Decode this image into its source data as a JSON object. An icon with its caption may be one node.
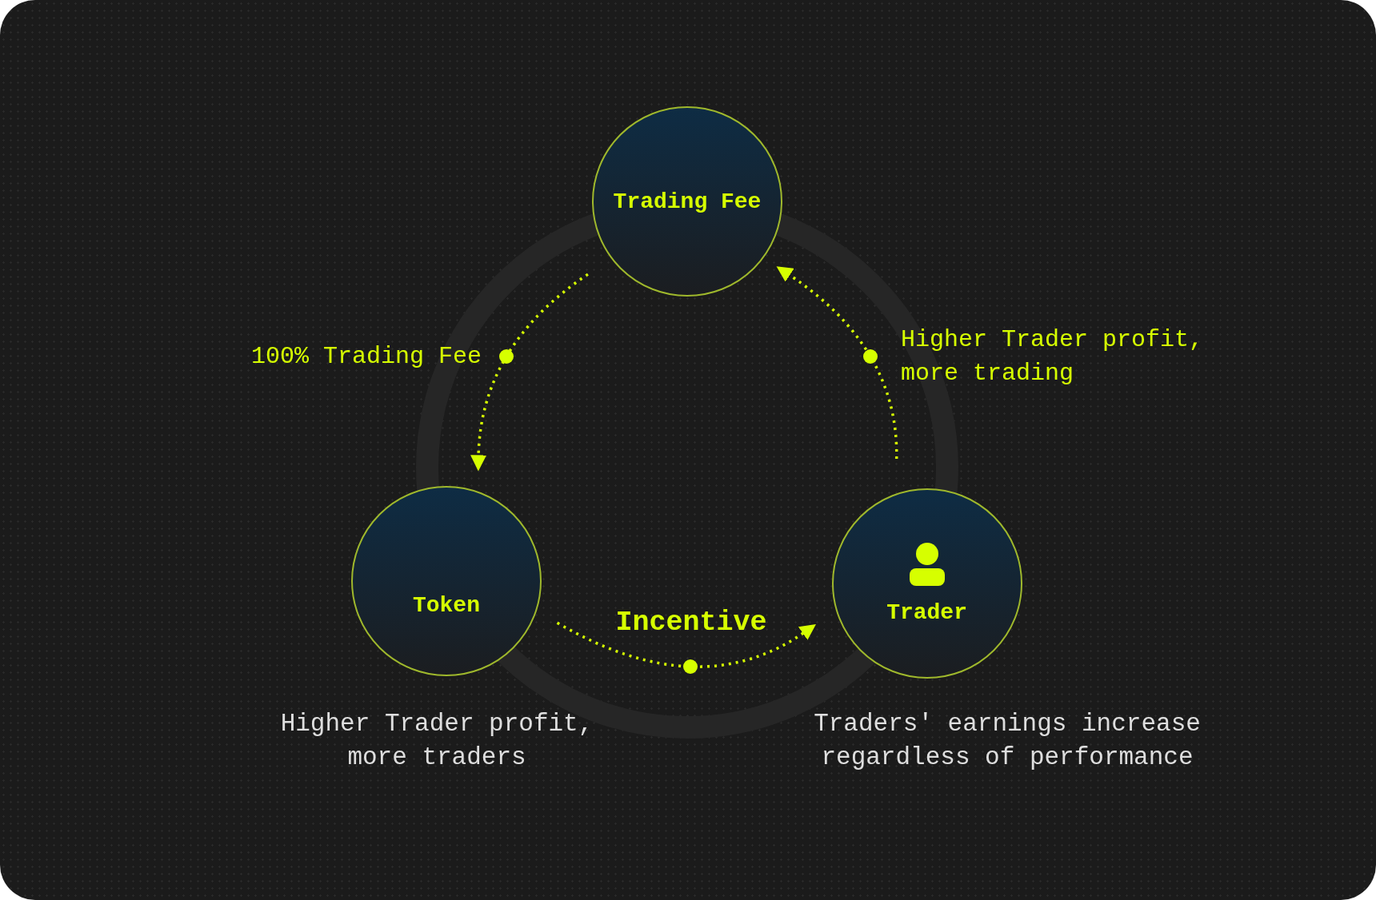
{
  "diagram": {
    "nodes": [
      {
        "text": [
          "Trading Fee"
        ]
      },
      {
        "text": [
          "Token"
        ],
        "beside": [
          "Higher Trader profit, more traders"
        ]
      },
      {
        "text": [
          "Trader"
        ],
        "beside": [
          "Traders' earnings increase regardless of performance"
        ]
      }
    ],
    "edges": [
      {
        "from": 0,
        "to": 1,
        "arrow": "to",
        "label": "100% Trading Fee"
      },
      {
        "from": 2,
        "to": 0,
        "arrow": "to",
        "label": "Higher Trader profit, more trading"
      },
      {
        "from": 1,
        "to": 2,
        "arrow": "to",
        "label": "Incentive"
      }
    ]
  }
}
